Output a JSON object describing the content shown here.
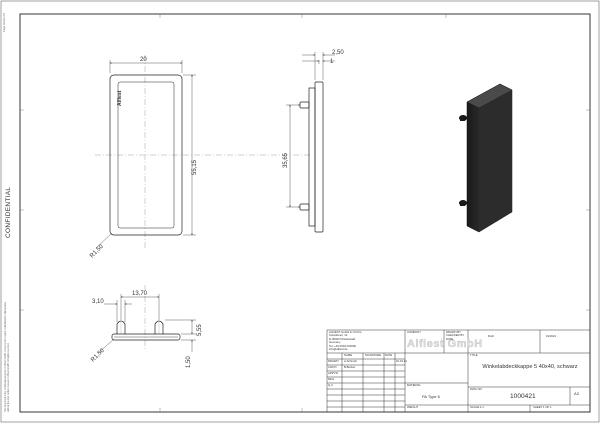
{
  "sheet": {
    "side_label": "CONFIDENTIAL",
    "page_version": "Page Version 01",
    "disclaimer_lines": [
      "This document is the confidential property of Alfiest GmbH. It may not be copied or distributed to third parties",
      "without the prior written consent of Alfiest GmbH. All rights reserved."
    ]
  },
  "dimensions": {
    "top_view": {
      "width": "20",
      "height": "55,15",
      "radius": "R1,50"
    },
    "side_view": {
      "thickness": "2,50",
      "lip": "1",
      "pin_spacing": "35,65"
    },
    "bottom_view": {
      "offset": "3,10",
      "width": "13,70",
      "pin_height": "5,55",
      "radius": "R1,50",
      "base": "1,50"
    },
    "part_mark": "Alfiest"
  },
  "title_block": {
    "company_address_lines": [
      "ALFIEST GmbH & CO KG",
      "Industriestr. 12",
      "D-00000 Musterstadt",
      "Germany",
      "Tel. +49 0000 000000",
      "info@alfiest.de"
    ],
    "company_label": "COMPANY",
    "company_logo": "Alfiest GmbH",
    "approval_fields": [
      "DRAWN BY",
      "CHECKED BY",
      "DATE"
    ],
    "drawn_name": "Roth",
    "drawn_date": "01/2021",
    "name_col": "NAME",
    "signature_col": "SIGNATURE",
    "date_col": "DATE",
    "rows": [
      {
        "label": "DRAWN",
        "name": "A.Schmidt",
        "date": "01.01.21"
      },
      {
        "label": "CHK'D",
        "name": "B.Becker",
        "date": ""
      },
      {
        "label": "APPV'D",
        "name": "",
        "date": ""
      },
      {
        "label": "MFG",
        "name": "",
        "date": ""
      },
      {
        "label": "Q.A",
        "name": "",
        "date": ""
      }
    ],
    "title_label": "TITLE",
    "title": "Winkelabdeckkappe 5 40x40, schwarz",
    "material_label": "MATERIAL",
    "material": "PA Type 6",
    "dwg_label": "DWG NO.",
    "dwg_no": "1000421",
    "size": "A3",
    "weight_label": "WEIGHT",
    "scale_label": "SCALE:1:1",
    "sheet_label": "SHEET 1 OF 1"
  }
}
